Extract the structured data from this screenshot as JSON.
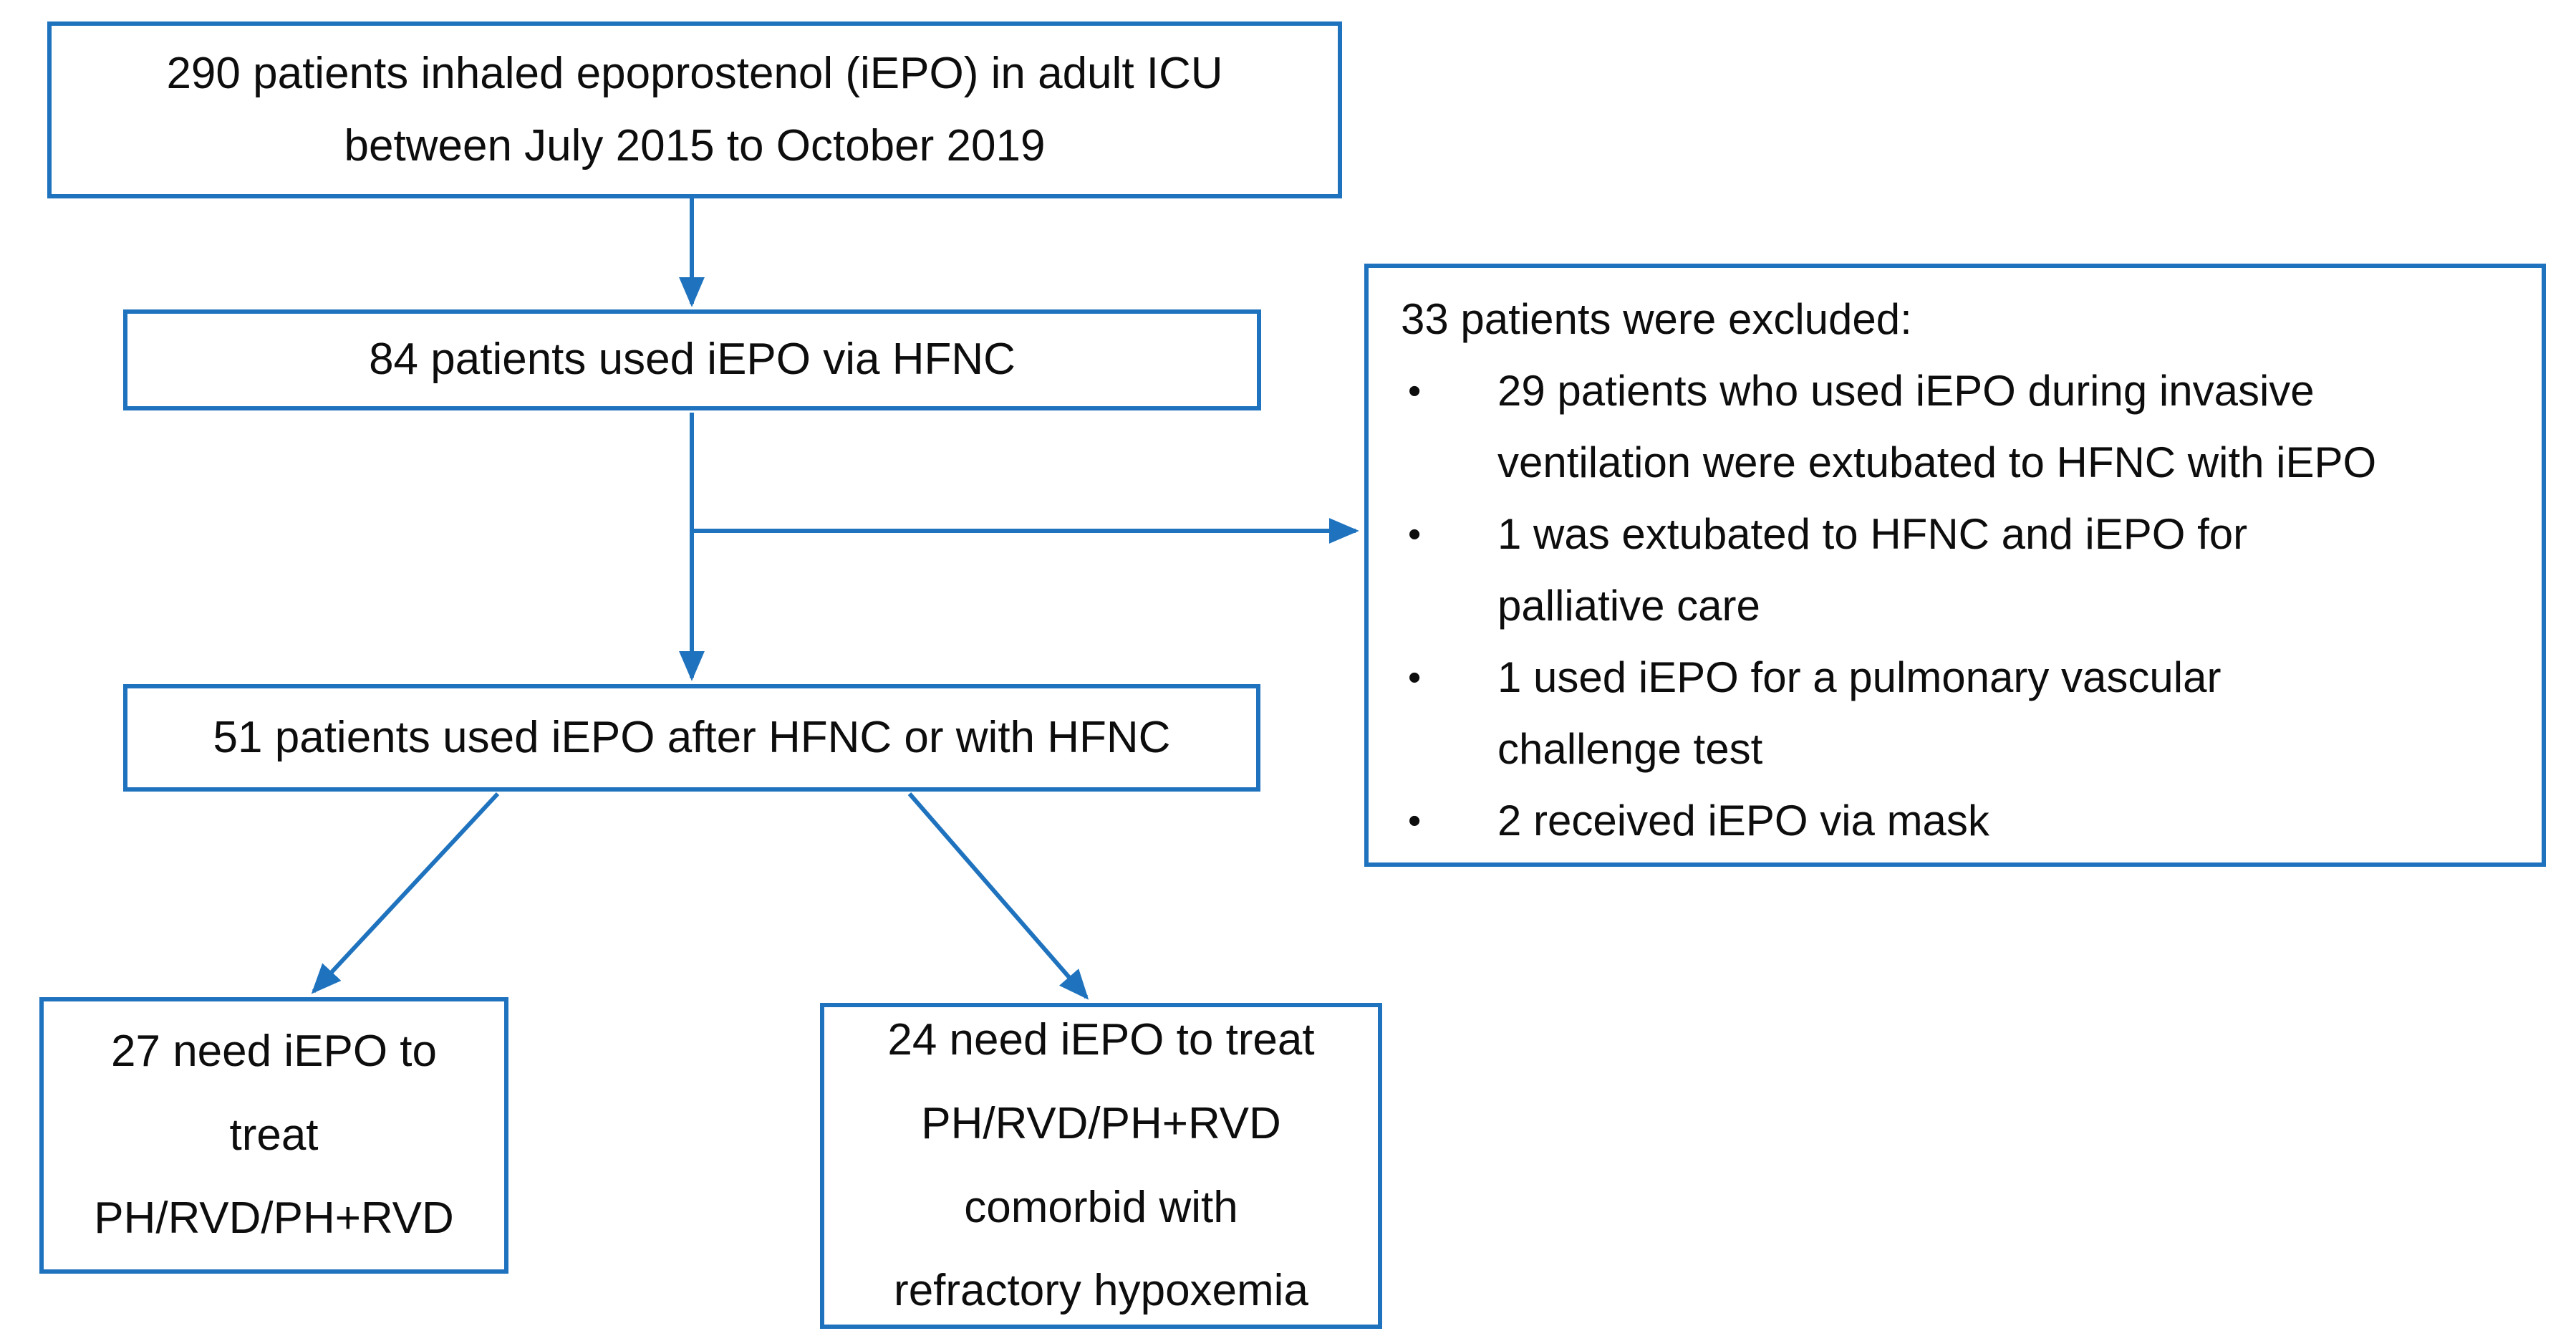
{
  "diagram": {
    "type": "flowchart",
    "title_hint": "Patient inclusion/exclusion flow for inhaled epoprostenol (iEPO) via HFNC study",
    "accent_color": "#1F73BE",
    "text_color": "#0d0d0d",
    "background_color": "#FFFFFF",
    "bullet_char": "•",
    "nodes": {
      "total": {
        "lines": [
          "290 patients inhaled epoprostenol (iEPO) in adult ICU",
          "between July 2015 to October 2019"
        ]
      },
      "hfnc84": {
        "lines": [
          "84 patients used iEPO via HFNC"
        ]
      },
      "after51": {
        "lines": [
          "51 patients used iEPO after HFNC or with HFNC"
        ]
      },
      "treat27": {
        "lines": [
          "27 need iEPO to",
          "treat",
          "PH/RVD/PH+RVD"
        ]
      },
      "treat24": {
        "lines": [
          "24 need iEPO to treat",
          "PH/RVD/PH+RVD",
          "comorbid with",
          "refractory hypoxemia"
        ]
      },
      "excluded": {
        "title": "33 patients were excluded:",
        "items": [
          {
            "lines": [
              "29 patients who used iEPO during invasive",
              "ventilation were extubated to HFNC with iEPO"
            ]
          },
          {
            "lines": [
              "1 was extubated to HFNC and iEPO for",
              "palliative care"
            ]
          },
          {
            "lines": [
              "1 used iEPO for a pulmonary vascular",
              "challenge test"
            ]
          },
          {
            "lines": [
              "2 received iEPO via mask"
            ]
          }
        ]
      }
    },
    "edges": [
      {
        "from": "total",
        "to": "hfnc84"
      },
      {
        "from": "hfnc84",
        "to": "after51"
      },
      {
        "from": "hfnc84",
        "to": "excluded"
      },
      {
        "from": "after51",
        "to": "treat27"
      },
      {
        "from": "after51",
        "to": "treat24"
      }
    ]
  }
}
